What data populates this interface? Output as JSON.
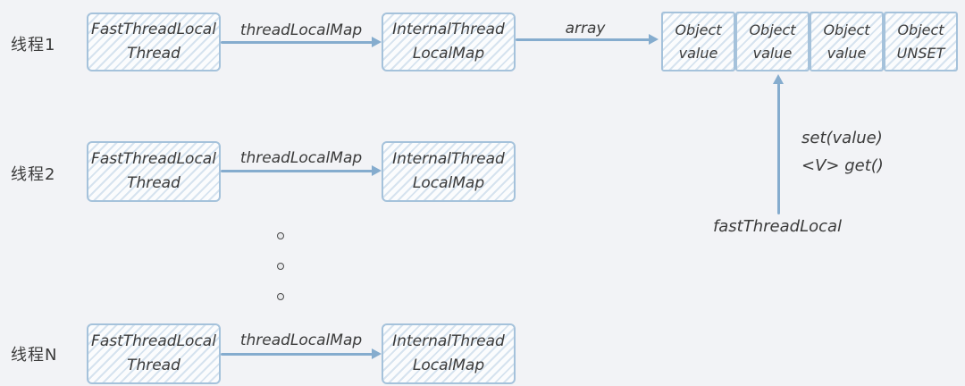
{
  "diagram": {
    "title_semantic": "Netty FastThreadLocal structure diagram",
    "colors": {
      "background": "#f2f3f6",
      "box_border": "#a5c2db",
      "box_hatch": "#d6e3ef",
      "arrow": "#85acce",
      "text": "#3b3b3b"
    },
    "rows": [
      {
        "thread_label": "线程1",
        "fast_box_line1": "FastThreadLocal",
        "fast_box_line2": "Thread",
        "edge_label": "threadLocalMap",
        "internal_box_line1": "InternalThread",
        "internal_box_line2": "LocalMap"
      },
      {
        "thread_label": "线程2",
        "fast_box_line1": "FastThreadLocal",
        "fast_box_line2": "Thread",
        "edge_label": "threadLocalMap",
        "internal_box_line1": "InternalThread",
        "internal_box_line2": "LocalMap"
      },
      {
        "thread_label": "线程N",
        "fast_box_line1": "FastThreadLocal",
        "fast_box_line2": "Thread",
        "edge_label": "threadLocalMap",
        "internal_box_line1": "InternalThread",
        "internal_box_line2": "LocalMap"
      }
    ],
    "array_edge_label": "array",
    "array_cells": [
      {
        "line1": "Object",
        "line2": "value"
      },
      {
        "line1": "Object",
        "line2": "value"
      },
      {
        "line1": "Object",
        "line2": "value"
      },
      {
        "line1": "Object",
        "line2": "UNSET"
      }
    ],
    "method_label_set": "set(value)",
    "method_label_get": "<V> get()",
    "fast_thread_local_label": "fastThreadLocal"
  }
}
